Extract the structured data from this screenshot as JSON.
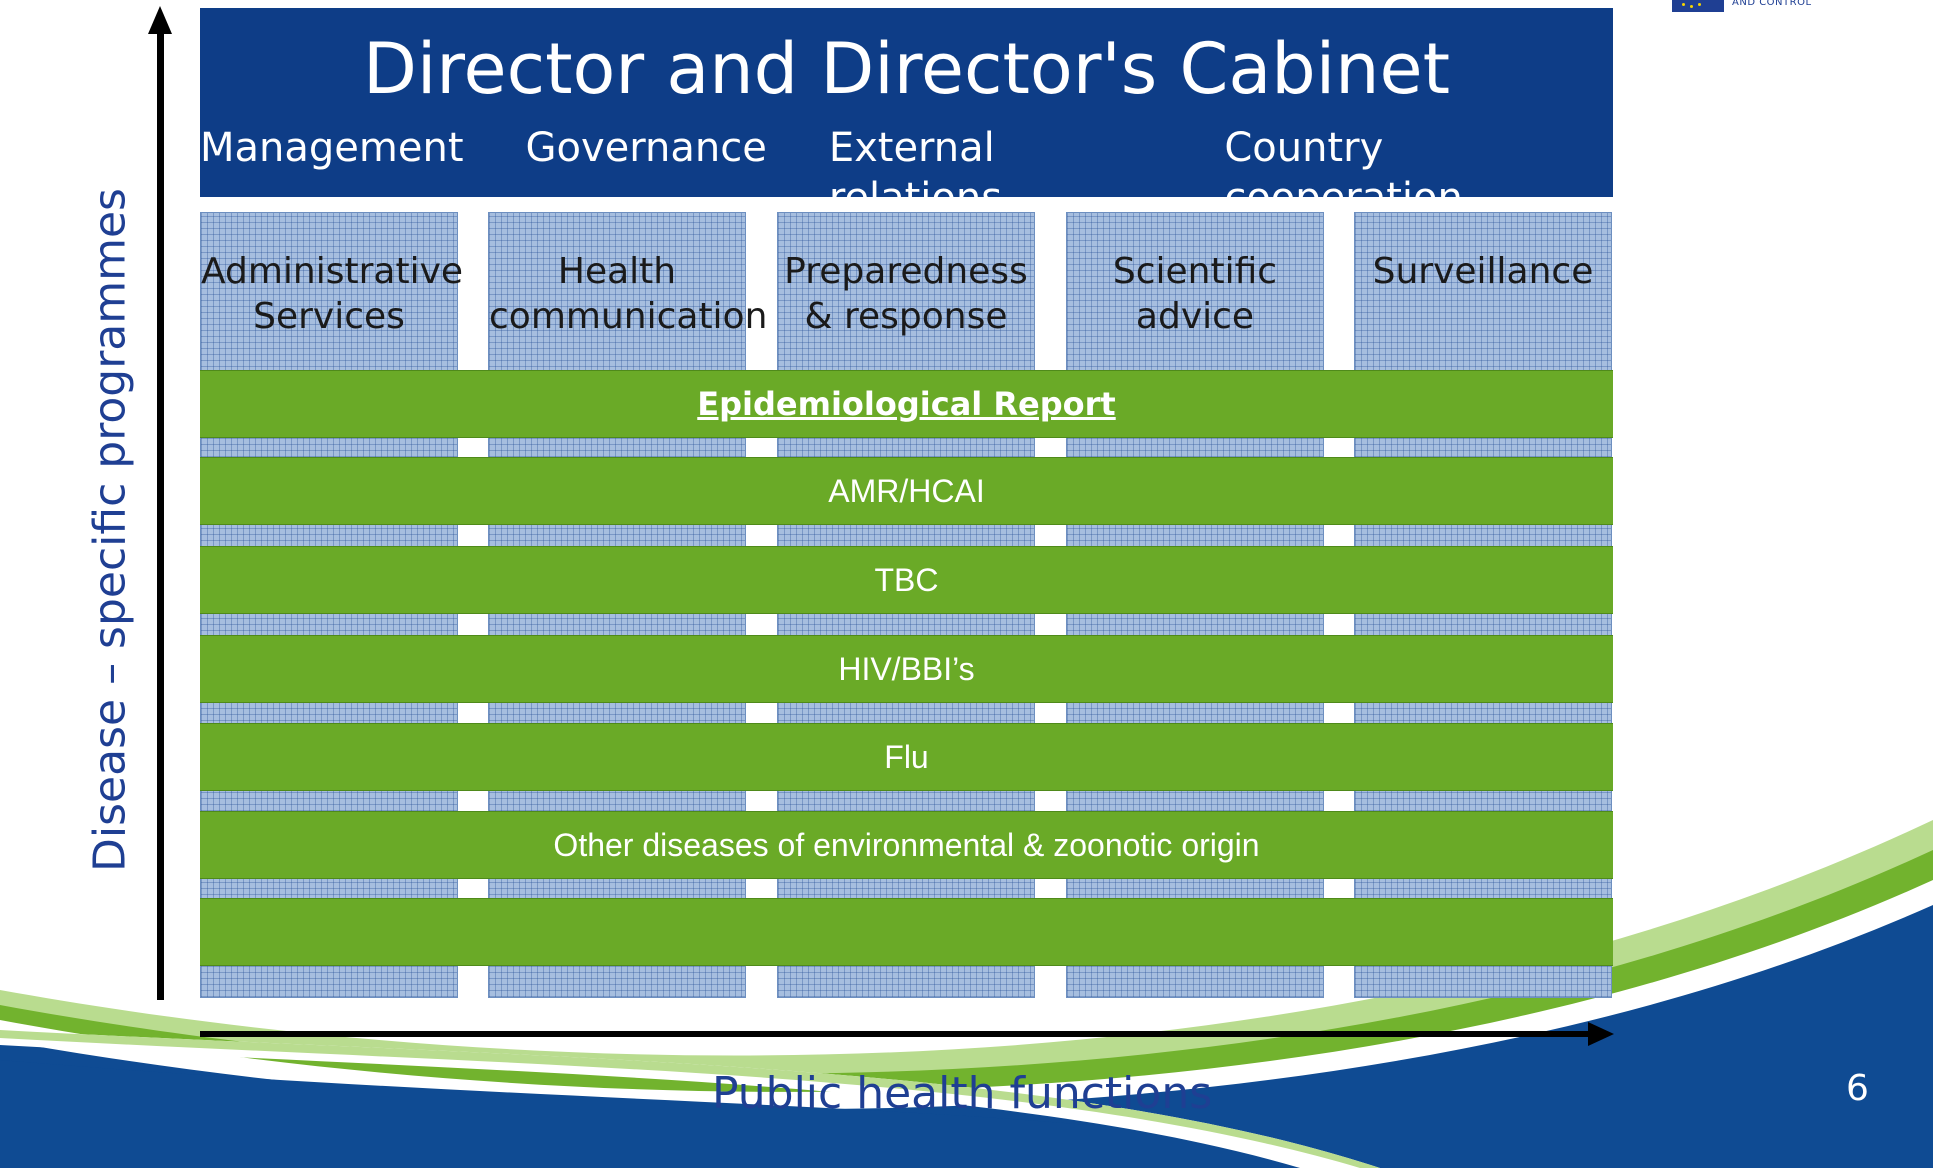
{
  "header": {
    "title": "Director and Director's Cabinet",
    "items": [
      "Management",
      "Governance",
      "External relations",
      "Country cooperation"
    ]
  },
  "functions": [
    "Administrative\nServices",
    "Health\ncommunication",
    "Preparedness\n& response",
    "Scientific\nadvice",
    "Surveillance"
  ],
  "programmes": [
    "Epidemiological Report",
    "AMR/HCAI",
    "TBC",
    "HIV/BBI’s",
    "Flu",
    "Other diseases of environmental & zoonotic origin",
    ""
  ],
  "axes": {
    "y_label": "Disease – specific programmes",
    "x_label": "Public health functions"
  },
  "logo": {
    "text": "AND CONTROL"
  },
  "page_number": "6",
  "colors": {
    "header_blue": "#0e3d87",
    "band_green": "#6aaa27",
    "column_blue": "#a6bedf",
    "axis_text_blue": "#1f3f93",
    "bottom_blue": "#0f4b93",
    "swoosh_light_green": "#b9dc8f",
    "swoosh_green": "#72b32e"
  }
}
